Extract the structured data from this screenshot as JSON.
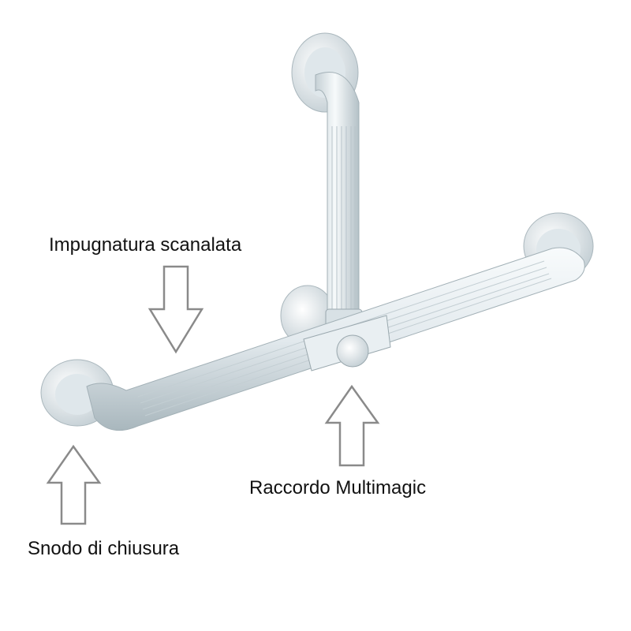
{
  "labels": {
    "grip": "Impugnatura scanalata",
    "end_joint": "Snodo di chiusura",
    "connector": "Raccordo Multimagic"
  },
  "colors": {
    "bar": "#e8eef1",
    "shade": "#b9c6cc",
    "arrow_stroke": "#8a8a8a"
  }
}
